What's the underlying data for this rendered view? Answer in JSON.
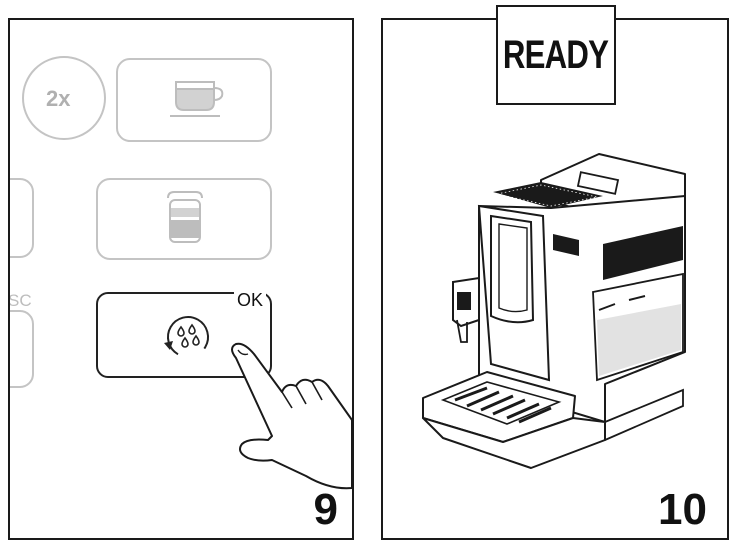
{
  "step9": {
    "number": "9",
    "keys": {
      "double_label": "2x",
      "esc_label": "SC",
      "ok_label": "OK"
    },
    "icons": [
      "cup-icon",
      "latte-glass-icon",
      "descale-drops-icon",
      "pointing-hand-icon"
    ]
  },
  "step10": {
    "number": "10",
    "status_text": "READY",
    "icons": [
      "coffee-machine-icon"
    ]
  },
  "colors": {
    "outline": "#1a1a1a",
    "faded_key": "#c4c4c4",
    "water_fill": "#e2e2e2"
  }
}
